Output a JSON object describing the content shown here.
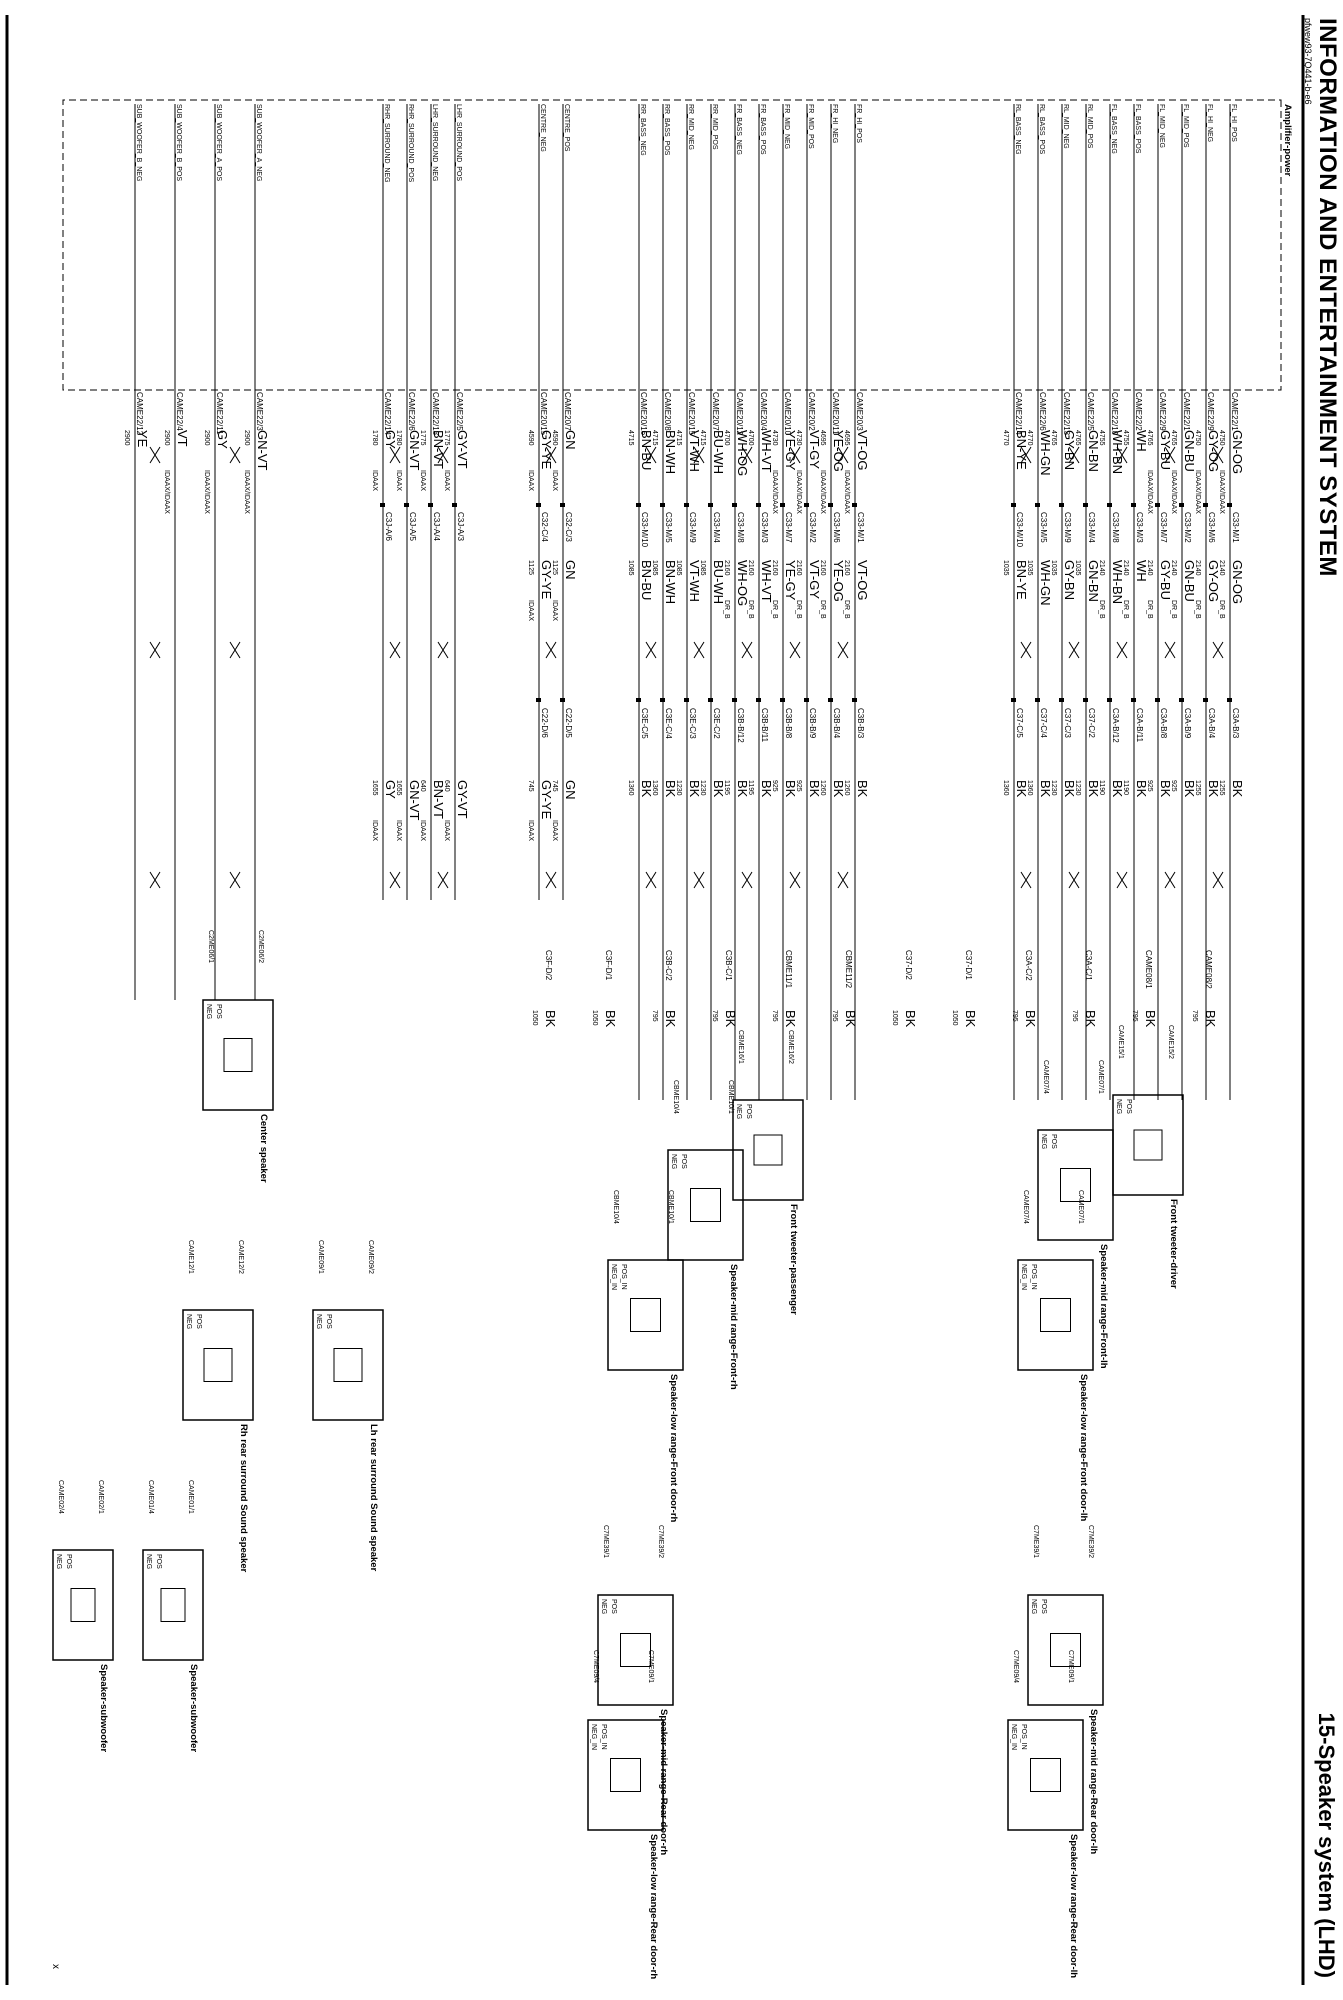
{
  "header": {
    "title": "INFORMATION AND ENTERTAINMENT SYSTEM",
    "section": "15-Speaker system (LHD)",
    "doc_id": "pfwew93-7Q441-b-e6",
    "page_mark": "x"
  },
  "amplifier": {
    "name": "Amplifier-power"
  },
  "harness1": [
    {
      "sig": "FL_HI_POS",
      "conn": "CAME22/1",
      "color": "GN-OG",
      "len": "4750",
      "type": "IDAAX/IDAAX",
      "inline": "C33-M/1",
      "color2": "GN-OG",
      "len2": "2140",
      "type2": "DR_B",
      "inline2": "C3A-B/3",
      "color3": "BK",
      "len3": "1255"
    },
    {
      "sig": "FL_HI_NEG",
      "conn": "CAME22/9",
      "color": "GY-OG",
      "len": "4750",
      "type": "IDAAX/IDAAX",
      "inline": "C33-M/6",
      "color2": "GY-OG",
      "len2": "2140",
      "type2": "DR_B",
      "inline2": "C3A-B/4",
      "color3": "BK",
      "len3": "1255"
    },
    {
      "sig": "FL_MID_POS",
      "conn": "CAME22/1",
      "color": "GN-BU",
      "len": "4765",
      "type": "IDAAX/IDAAX",
      "inline": "C33-M/2",
      "color2": "GN-BU",
      "len2": "2140",
      "type2": "DR_B",
      "inline2": "C3A-B/9",
      "color3": "BK",
      "len3": "925"
    },
    {
      "sig": "FL_MID_NEG",
      "conn": "CAME22/9",
      "color": "GY-BU",
      "len": "4765",
      "type": "IDAAX/IDAAX",
      "inline": "C33-M/7",
      "color2": "GY-BU",
      "len2": "2140",
      "type2": "DR_B",
      "inline2": "C3A-B/8",
      "color3": "BK",
      "len3": "925"
    },
    {
      "sig": "FL_BASS_POS",
      "conn": "CAME22/2",
      "color": "WH",
      "len": "4755",
      "type": "",
      "inline": "C33-M/3",
      "color2": "WH",
      "len2": "2140",
      "type2": "DR_B",
      "inline2": "C3A-B/11",
      "color3": "BK",
      "len3": "1190"
    },
    {
      "sig": "FL_BASS_NEG",
      "conn": "CAME22/10",
      "color": "WH-BN",
      "len": "4755",
      "type": "",
      "inline": "C33-M/8",
      "color2": "WH-BN",
      "len2": "2140",
      "type2": "DR_B",
      "inline2": "C3A-B/12",
      "color3": "BK",
      "len3": "1190"
    },
    {
      "sig": "RL_MID_POS",
      "conn": "CAME22/5",
      "color": "GN-BN",
      "len": "4765",
      "type": "",
      "inline": "C33-M/4",
      "color2": "GN-BN",
      "len2": "1035",
      "type2": "",
      "inline2": "C37-C/2",
      "color3": "BK",
      "len3": "1230"
    },
    {
      "sig": "RL_MID_NEG",
      "conn": "CAME22/13",
      "color": "GY-BN",
      "len": "4765",
      "type": "",
      "inline": "C33-M/9",
      "color2": "GY-BN",
      "len2": "1035",
      "type2": "",
      "inline2": "C37-C/3",
      "color3": "BK",
      "len3": "1230"
    },
    {
      "sig": "RL_BASS_POS",
      "conn": "CAME22/6",
      "color": "WH-GN",
      "len": "4770",
      "type": "",
      "inline": "C33-M/5",
      "color2": "WH-GN",
      "len2": "1035",
      "type2": "",
      "inline2": "C37-C/4",
      "color3": "BK",
      "len3": "1360"
    },
    {
      "sig": "RL_BASS_NEG",
      "conn": "CAME22/14",
      "color": "BN-YE",
      "len": "4770",
      "type": "",
      "inline": "C33-M/10",
      "color2": "BN-YE",
      "len2": "1035",
      "type2": "",
      "inline2": "C37-C/5",
      "color3": "BK",
      "len3": "1360"
    }
  ],
  "harness2": [
    {
      "sig": "FR_HI_POS",
      "conn": "CAME20/3",
      "color": "VT-OG",
      "len": "4695",
      "type": "IDAAX/IDAAX",
      "inline": "C33-M/1",
      "color2": "VT-OG",
      "len2": "2160",
      "type2": "DR_B",
      "inline2": "C3B-B/3",
      "color3": "BK",
      "len3": "1260"
    },
    {
      "sig": "FR_HI_NEG",
      "conn": "CAME20/11",
      "color": "YE-OG",
      "len": "4695",
      "type": "IDAAX/IDAAX",
      "inline": "C33-M/6",
      "color2": "YE-OG",
      "len2": "2160",
      "type2": "DR_B",
      "inline2": "C3B-B/4",
      "color3": "BK",
      "len3": "1260"
    },
    {
      "sig": "FR_MID_POS",
      "conn": "CAME20/2",
      "color": "VT-GY",
      "len": "4730",
      "type": "IDAAX/IDAAX",
      "inline": "C33-M/2",
      "color2": "VT-GY",
      "len2": "2160",
      "type2": "DR_B",
      "inline2": "C3B-B/9",
      "color3": "BK",
      "len3": "925"
    },
    {
      "sig": "FR_MID_NEG",
      "conn": "CAME20/10",
      "color": "YE-GY",
      "len": "4730",
      "type": "IDAAX/IDAAX",
      "inline": "C33-M/7",
      "color2": "YE-GY",
      "len2": "2160",
      "type2": "DR_B",
      "inline2": "C3B-B/8",
      "color3": "BK",
      "len3": "925"
    },
    {
      "sig": "FR_BASS_POS",
      "conn": "CAME20/4",
      "color": "WH-VT",
      "len": "4700",
      "type": "",
      "inline": "C33-M/3",
      "color2": "WH-VT",
      "len2": "2160",
      "type2": "DR_B",
      "inline2": "C3B-B/11",
      "color3": "BK",
      "len3": "1195"
    },
    {
      "sig": "FR_BASS_NEG",
      "conn": "CAME20/12",
      "color": "WH-OG",
      "len": "4700",
      "type": "",
      "inline": "C33-M/8",
      "color2": "WH-OG",
      "len2": "2160",
      "type2": "DR_B",
      "inline2": "C3B-B/12",
      "color3": "BK",
      "len3": "1195"
    },
    {
      "sig": "RR_MID_POS",
      "conn": "CAME20/7",
      "color": "BU-WH",
      "len": "4715",
      "type": "",
      "inline": "C33-M/4",
      "color2": "BU-WH",
      "len2": "1085",
      "type2": "",
      "inline2": "C3E-C/2",
      "color3": "BK",
      "len3": "1230"
    },
    {
      "sig": "RR_MID_NEG",
      "conn": "CAME20/15",
      "color": "VT-WH",
      "len": "4715",
      "type": "",
      "inline": "C33-M/9",
      "color2": "VT-WH",
      "len2": "1085",
      "type2": "",
      "inline2": "C3E-C/3",
      "color3": "BK",
      "len3": "1230"
    },
    {
      "sig": "RR_BASS_POS",
      "conn": "CAME20/8",
      "color": "BN-WH",
      "len": "4715",
      "type": "",
      "inline": "C33-M/5",
      "color2": "BN-WH",
      "len2": "1085",
      "type2": "",
      "inline2": "C3E-C/4",
      "color3": "BK",
      "len3": "1360"
    },
    {
      "sig": "RR_BASS_NEG",
      "conn": "CAME20/16",
      "color": "BN-BU",
      "len": "4715",
      "type": "",
      "inline": "C33-M/10",
      "color2": "BN-BU",
      "len2": "1085",
      "type2": "",
      "inline2": "C3E-C/5",
      "color3": "BK",
      "len3": "1360"
    }
  ],
  "harness3": [
    {
      "sig": "CENTRE_POS",
      "conn": "CAME20/7",
      "color": "GN",
      "len": "4590",
      "type": "IDAAX",
      "inline": "C32-C/3",
      "color2": "GN",
      "len2": "1125",
      "type2": "IDAAX",
      "inline2": "C22-D/5",
      "color3": "GN",
      "len3": "745",
      "type3": "IDAAX"
    },
    {
      "sig": "CENTRE_NEG",
      "conn": "CAME20/15",
      "color": "GY-YE",
      "len": "4590",
      "type": "IDAAX",
      "inline": "C32-C/4",
      "color2": "GY-YE",
      "len2": "1125",
      "type2": "IDAAX",
      "inline2": "C22-D/6",
      "color3": "GY-YE",
      "len3": "745",
      "type3": "IDAAX"
    }
  ],
  "harness4": [
    {
      "sig": "LHR_SURROUND_POS",
      "conn": "CAME22/5",
      "color": "GY-VT",
      "len": "1775",
      "type": "IDAAX",
      "inline": "C3J-A/3",
      "color3": "GY-VT",
      "len3": "640",
      "type3": "IDAAX"
    },
    {
      "sig": "LHR_SURROUND_NEG",
      "conn": "CAME22/13",
      "color": "BN-VT",
      "len": "1775",
      "type": "IDAAX",
      "inline": "C3J-A/4",
      "color3": "BN-VT",
      "len3": "640",
      "type3": "IDAAX"
    },
    {
      "sig": "RHR_SURROUND_POS",
      "conn": "CAME22/6",
      "color": "GN-VT",
      "len": "1780",
      "type": "IDAAX",
      "inline": "C3J-A/5",
      "color3": "GN-VT",
      "len3": "1655",
      "type3": "IDAAX"
    },
    {
      "sig": "RHR_SURROUND_NEG",
      "conn": "CAME22/14",
      "color": "GY",
      "len": "1780",
      "type": "IDAAX",
      "inline": "C3J-A/6",
      "color3": "GY",
      "len3": "1655",
      "type3": "IDAAX"
    }
  ],
  "harness5": [
    {
      "sig": "SUB_WOOFER_A_NEG",
      "conn": "CAME22/3",
      "color": "GN-VT",
      "len": "2900",
      "type": "IDAAX/IDAAX"
    },
    {
      "sig": "SUB_WOOFER_A_POS",
      "conn": "CAME22/11",
      "color": "GY",
      "len": "2900",
      "type": "IDAAX/IDAAX"
    },
    {
      "sig": "SUB_WOOFER_B_POS",
      "conn": "CAME22/4",
      "color": "VT",
      "len": "2900",
      "type": "IDAAX/IDAAX"
    },
    {
      "sig": "SUB_WOOFER_B_NEG",
      "conn": "CAME22/12",
      "color": "YE",
      "len": "2900",
      "type": ""
    }
  ],
  "splices": [
    {
      "conn": "CAME08/2",
      "color": "BK",
      "len": "795"
    },
    {
      "conn": "CAME08/1",
      "color": "BK",
      "len": "795"
    },
    {
      "conn": "C3A-C/1",
      "color": "BK",
      "len": "795"
    },
    {
      "conn": "C3A-C/2",
      "color": "BK",
      "len": "795"
    },
    {
      "conn": "C37-D/1",
      "color": "BK",
      "len": "1050"
    },
    {
      "conn": "C37-D/2",
      "color": "BK",
      "len": "1050"
    },
    {
      "conn": "CBME11/2",
      "color": "BK",
      "len": "795"
    },
    {
      "conn": "CBME11/1",
      "color": "BK",
      "len": "795"
    },
    {
      "conn": "C3B-C/1",
      "color": "BK",
      "len": "795"
    },
    {
      "conn": "C3B-C/2",
      "color": "BK",
      "len": "795"
    },
    {
      "conn": "C3F-D/1",
      "color": "BK",
      "len": "1050"
    },
    {
      "conn": "C3F-D/2",
      "color": "BK",
      "len": "1050"
    }
  ],
  "speakers": [
    {
      "name": "Front tweeter-driver",
      "pins": [
        "POS",
        "NEG"
      ],
      "conns": [
        "CAME15/2",
        "CAME15/1"
      ]
    },
    {
      "name": "Speaker-mid range-Front-lh",
      "pins": [
        "POS",
        "NEG"
      ],
      "conns": [
        "CAME07/1",
        "CAME07/4"
      ]
    },
    {
      "name": "Speaker-low range-Front door-lh",
      "pins": [
        "POS_IN",
        "NEG_IN"
      ],
      "conns": [
        "CAME07/1",
        "CAME07/4"
      ]
    },
    {
      "name": "Front tweeter-passenger",
      "pins": [
        "POS",
        "NEG"
      ],
      "conns": [
        "CBME16/2",
        "CBME16/1"
      ]
    },
    {
      "name": "Speaker-mid range-Front-rh",
      "pins": [
        "POS",
        "NEG"
      ],
      "conns": [
        "CBME10/1",
        "CBME10/4"
      ]
    },
    {
      "name": "Speaker-low range-Front door-rh",
      "pins": [
        "POS_IN",
        "NEG_IN"
      ],
      "conns": [
        "CBME10/1",
        "CBME10/4"
      ]
    },
    {
      "name": "Center speaker",
      "pins": [
        "POS",
        "NEG"
      ],
      "conns": [
        "C2ME06/2",
        "C2ME06/1"
      ]
    },
    {
      "name": "Lh rear surround Sound speaker",
      "pins": [
        "POS",
        "NEG"
      ],
      "conns": [
        "CAME09/2",
        "CAME09/1"
      ]
    },
    {
      "name": "Rh rear surround Sound speaker",
      "pins": [
        "POS",
        "NEG"
      ],
      "conns": [
        "CAME12/2",
        "CAME12/1"
      ]
    },
    {
      "name": "Speaker-mid range-Rear door-lh",
      "pins": [
        "POS",
        "NEG"
      ],
      "conns": [
        "C7ME39/2",
        "C7ME39/1"
      ]
    },
    {
      "name": "Speaker-low range-Rear door-lh",
      "pins": [
        "POS_IN",
        "NEG_IN"
      ],
      "conns": [
        "C7ME09/1",
        "C7ME09/4"
      ]
    },
    {
      "name": "Speaker-mid range-Rear door-rh",
      "pins": [
        "POS",
        "NEG"
      ],
      "conns": [
        "C7ME39/2",
        "C7ME39/1"
      ]
    },
    {
      "name": "Speaker-low range-Rear door-rh",
      "pins": [
        "POS_IN",
        "NEG_IN"
      ],
      "conns": [
        "C7ME09/1",
        "C7ME09/4"
      ]
    },
    {
      "name": "Speaker-subwoofer",
      "pins": [
        "POS",
        "NEG"
      ],
      "conns": [
        "CAME01/1",
        "CAME01/4"
      ]
    },
    {
      "name": "Speaker-subwoofer",
      "pins": [
        "POS",
        "NEG"
      ],
      "conns": [
        "CAME02/1",
        "CAME02/4"
      ]
    }
  ]
}
